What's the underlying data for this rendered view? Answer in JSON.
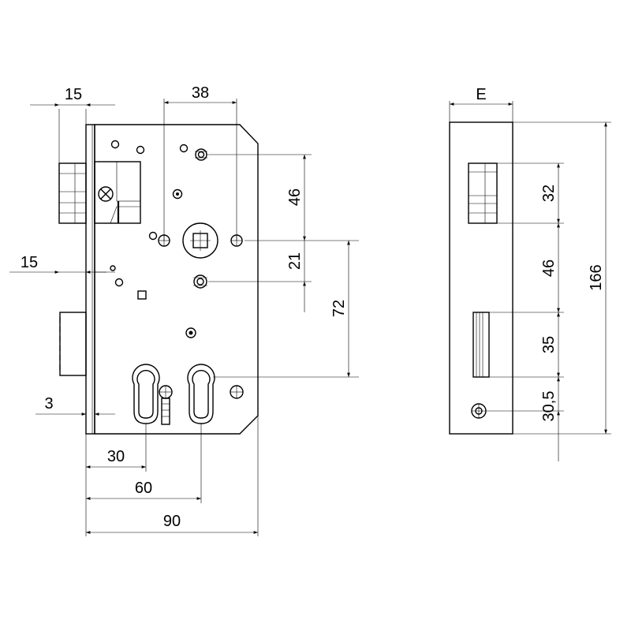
{
  "front_view": {
    "dims": {
      "faceplate_width": "15",
      "hole_spacing": "38",
      "dim_46": "46",
      "dim_21": "21",
      "dim_72": "72",
      "dim_15_side": "15",
      "dim_3": "3",
      "dim_30": "30",
      "dim_60": "60",
      "dim_90": "90"
    }
  },
  "side_view": {
    "dims": {
      "depth": "E",
      "dim_32": "32",
      "dim_46": "46",
      "dim_35": "35",
      "dim_30_5": "30,5",
      "dim_166": "166"
    }
  }
}
